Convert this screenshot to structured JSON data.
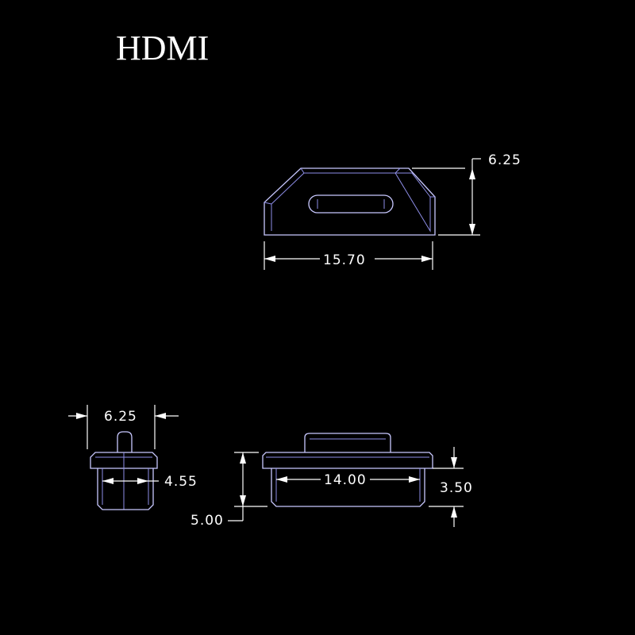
{
  "title": "HDMI",
  "dimensions": {
    "top_height": "6.25",
    "top_width": "15.70",
    "side_width": "6.25",
    "side_inner": "4.55",
    "side_height": "5.00",
    "front_inner_width": "14.00",
    "front_inner_height": "3.50"
  },
  "colors": {
    "background": "#000000",
    "outline": "#c8c8ff",
    "dimension": "#ffffff"
  }
}
